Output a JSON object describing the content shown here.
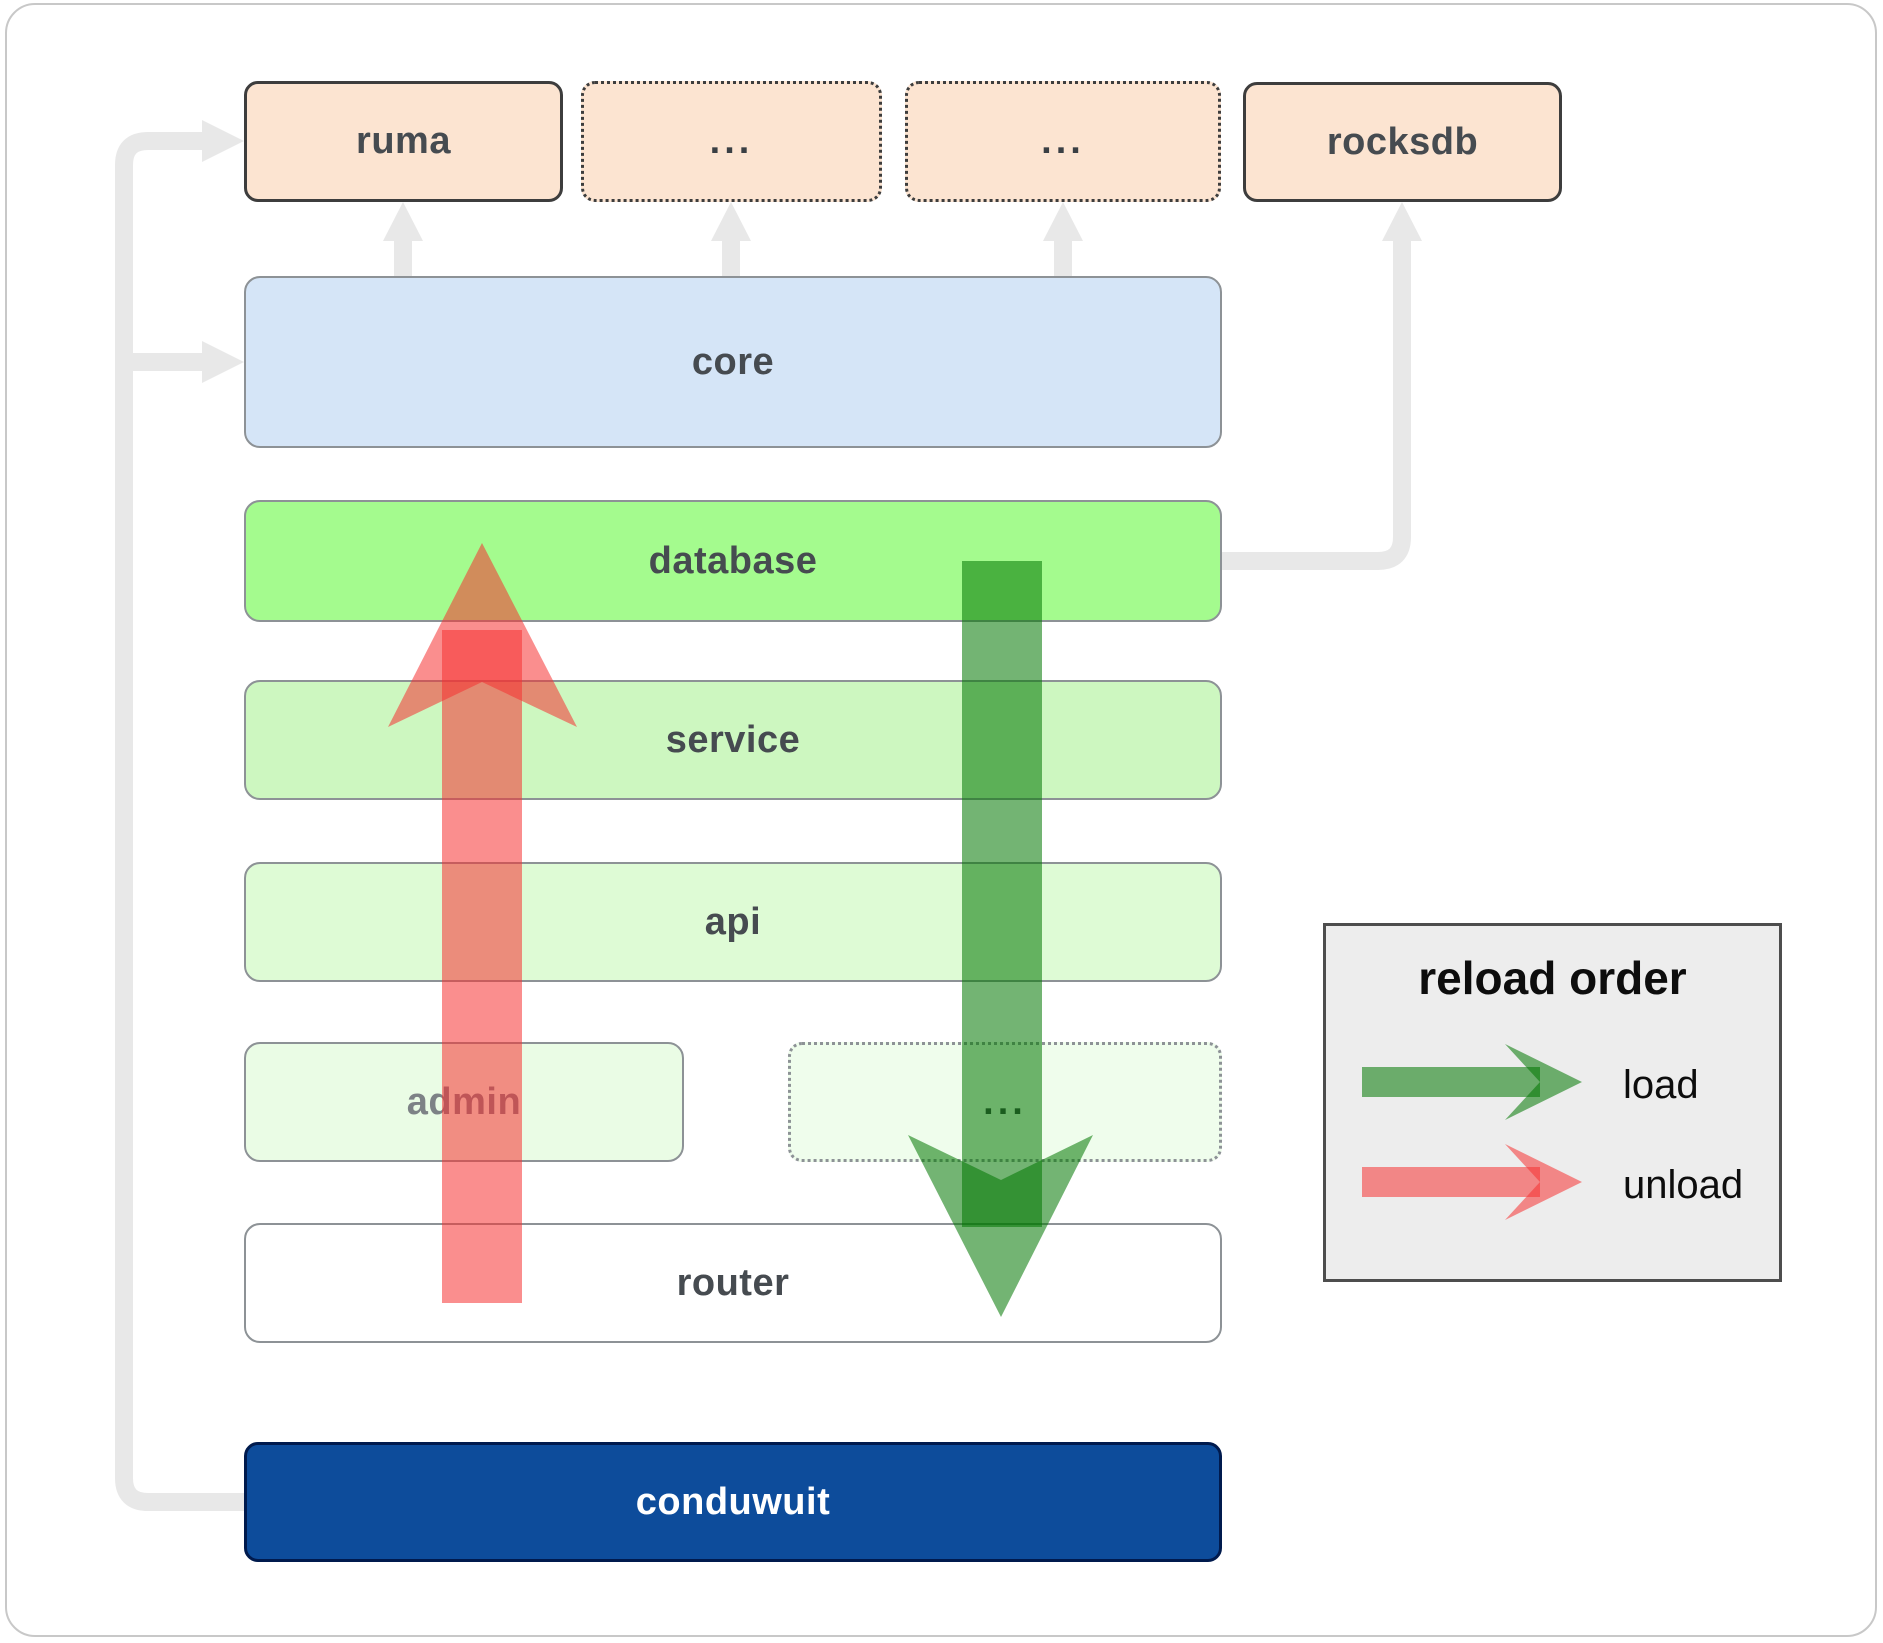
{
  "diagram": {
    "nodes": {
      "ruma": {
        "label": "ruma",
        "fill": "#fce4d1"
      },
      "dots_top_1": {
        "label": "...",
        "fill": "#fce4d1"
      },
      "dots_top_2": {
        "label": "...",
        "fill": "#fce4d1"
      },
      "rocksdb": {
        "label": "rocksdb",
        "fill": "#fce4d1"
      },
      "core": {
        "label": "core",
        "fill": "#d5e5f7"
      },
      "database": {
        "label": "database",
        "fill": "#a4fb8e"
      },
      "service": {
        "label": "service",
        "fill": "#cdf7c0"
      },
      "api": {
        "label": "api",
        "fill": "#defbd5"
      },
      "admin": {
        "label": "admin",
        "fill": "#eafce5"
      },
      "dots_admin": {
        "label": "...",
        "fill": "#effdec"
      },
      "router": {
        "label": "router",
        "fill": "#ffffff"
      },
      "conduwuit": {
        "label": "conduwuit",
        "fill": "#0d4c9b"
      }
    },
    "legend": {
      "title": "reload order",
      "items": [
        {
          "label": "load",
          "color": "#007700"
        },
        {
          "label": "unload",
          "color": "#f53232"
        }
      ]
    },
    "colors": {
      "connector": "#e8e8e8",
      "frame_border": "#c8c8c8",
      "dark_border": "#3d3d3d",
      "gray_border": "#8d9296",
      "conduwuit_fill": "#0d4c9b",
      "label_text": "#464b50",
      "arrow_opacity": "0.55"
    }
  }
}
